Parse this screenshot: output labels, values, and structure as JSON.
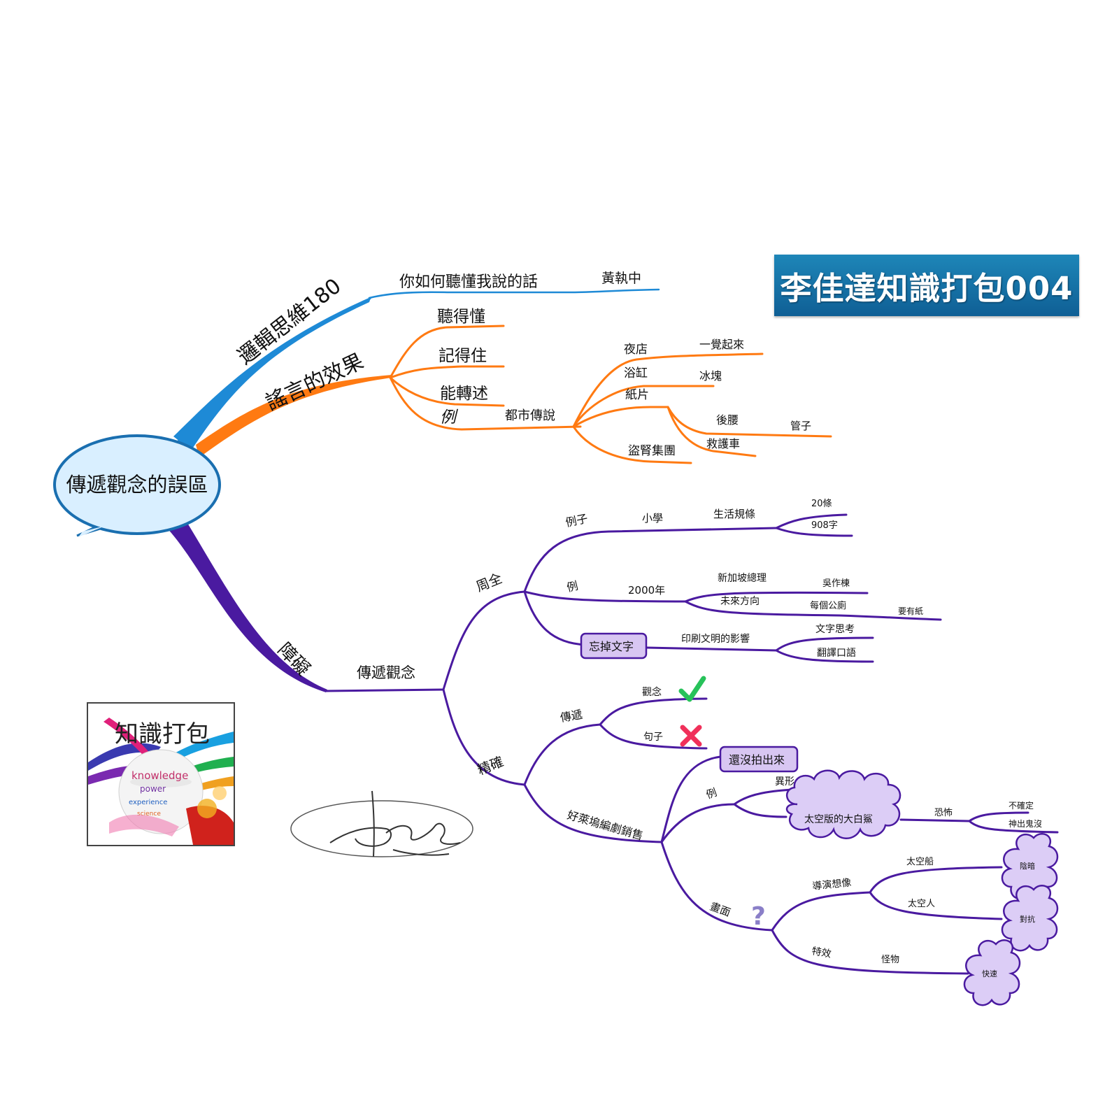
{
  "banner": "李佳達知識打包004",
  "logo_text": "知識打包",
  "central": "傳遞觀念的誤區",
  "branch_logic": "邏輯思維180",
  "logic_child": "你如何聽懂我說的話",
  "logic_leaf": "黃執中",
  "branch_rumor": "謠言的效果",
  "rumor_1": "聽得懂",
  "rumor_2": "記得住",
  "rumor_3": "能轉述",
  "rumor_4": "例",
  "rumor_4_child": "都市傳說",
  "urban_1": "夜店",
  "urban_1_child": "一覺起來",
  "urban_2": "浴缸",
  "urban_2_child": "冰塊",
  "urban_3": "紙片",
  "urban_3_a": "後腰",
  "urban_3_a_child": "管子",
  "urban_3_b": "救護車",
  "urban_4": "盜腎集團",
  "branch_obstacle": "障礙",
  "obstacle_child": "傳遞觀念",
  "thorough": "周全",
  "t_example": "例子",
  "t_example_school": "小學",
  "t_example_rules": "生活規條",
  "t_rules_1": "20條",
  "t_rules_2": "908字",
  "t_ex2": "例",
  "t_ex2_year": "2000年",
  "t_pm": "新加坡總理",
  "t_pm_child": "吳作棟",
  "t_future": "未來方向",
  "t_toilet": "每個公廁",
  "t_toilet_child": "要有紙",
  "t_forget": "忘掉文字",
  "t_print": "印刷文明的影響",
  "t_print_1": "文字思考",
  "t_print_2": "翻譯口語",
  "precise": "精確",
  "p_transmit": "傳遞",
  "p_concept": "觀念",
  "p_sentence": "句子",
  "p_hollywood": "好萊塢編劇銷售",
  "p_notshot": "還沒拍出來",
  "p_example": "例",
  "p_alien": "異形",
  "p_shark": "太空版的大白鯊",
  "p_horror": "恐怖",
  "p_uncertain": "不確定",
  "p_ghost": "神出鬼沒",
  "p_scene": "畫面",
  "p_director": "導演想像",
  "p_ship": "太空船",
  "p_dark": "陰暗",
  "p_astronaut": "太空人",
  "p_fight": "對抗",
  "p_effects": "特效",
  "p_monster": "怪物",
  "p_fast": "快速",
  "colors": {
    "logic": "#1e8ad6",
    "rumor": "#ff7a12",
    "obstacle": "#4a1aa0",
    "bubble_fill": "#d9efff",
    "bubble_stroke": "#1a6fb0",
    "box_fill": "#d8c6f2",
    "cloud_fill": "#dccdf6",
    "banner": "#1577ac"
  },
  "icons": [
    "check-icon",
    "cross-icon",
    "question-icon",
    "speech-bubble",
    "signature"
  ]
}
